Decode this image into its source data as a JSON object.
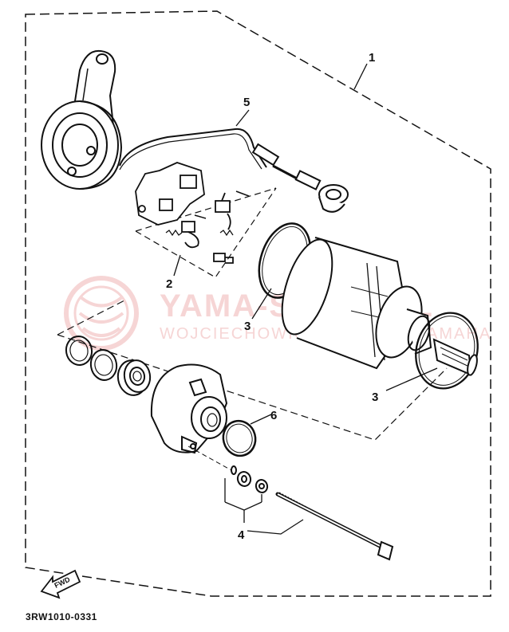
{
  "diagram": {
    "callouts": {
      "assembly": "1",
      "brush_set": "2",
      "oring_upper": "3",
      "oring_lower": "3",
      "bolt_set": "4",
      "cable": "5",
      "oring_end": "6"
    },
    "direction_label": "FWD",
    "reference_code": "3RW1010-0331"
  },
  "watermark": {
    "brand": "YAMA-SKLEP.PL",
    "owner": "WOJCIECHOWICZ I DEALER YAMAHA",
    "color": "#f3c8c8"
  },
  "colors": {
    "line": "#111111",
    "background": "#ffffff"
  }
}
